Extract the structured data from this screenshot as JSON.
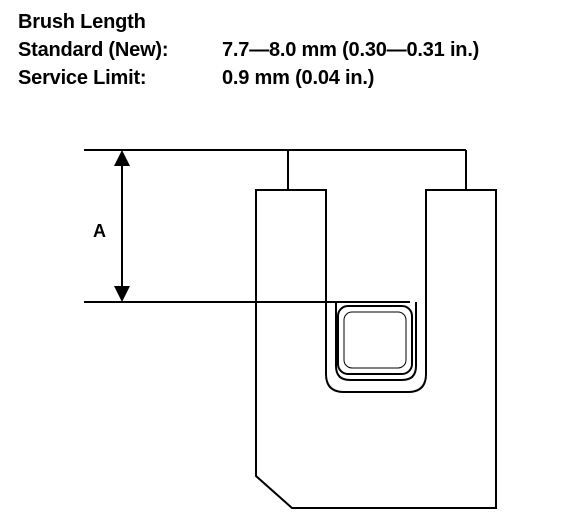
{
  "heading": "Brush Length",
  "standard": {
    "label": "Standard (New):",
    "value": "7.7—8.0 mm (0.30—0.31 in.)"
  },
  "service_limit": {
    "label": "Service Limit:",
    "value": "0.9 mm (0.04 in.)"
  },
  "dimension_label": "A"
}
